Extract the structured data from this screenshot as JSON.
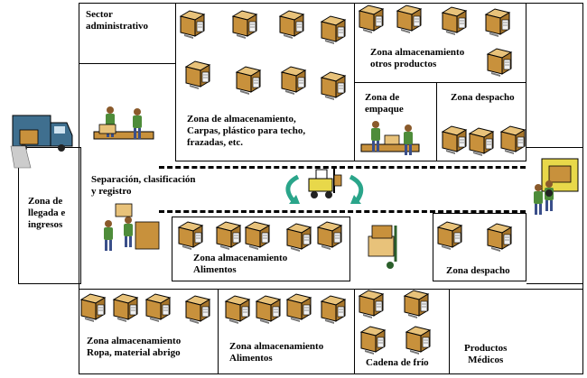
{
  "labels": {
    "sector_admin": "Sector\nadministrativo",
    "zona_otros": "Zona almacenamiento\notros productos",
    "zona_empaque": "Zona de\nempaque",
    "zona_despacho_top": "Zona despacho",
    "zona_carpas": "Zona de almacenamiento,\nCarpas, plástico para techo,\nfrazadas, etc.",
    "separacion": "Separación, clasificación\ny registro",
    "zona_llegada": "Zona de\nllegada e\ningresos",
    "zona_alimentos_mid": "Zona almacenamiento\nAlimentos",
    "zona_despacho_bottom": "Zona despacho",
    "zona_ropa": "Zona almacenamiento\nRopa, material abrigo",
    "zona_alimentos_bottom": "Zona almacenamiento\nAlimentos",
    "cadena_frio": "Cadena de frío",
    "productos_medicos": "Productos\nMédicos"
  },
  "colors": {
    "box_brown": "#c8913c",
    "box_light": "#e8c27a",
    "label_paper": "#f2f2f2",
    "arrow_green": "#2aa58a",
    "truck_blue": "#3f6f8f",
    "truck_yellow": "#e8d84a"
  }
}
